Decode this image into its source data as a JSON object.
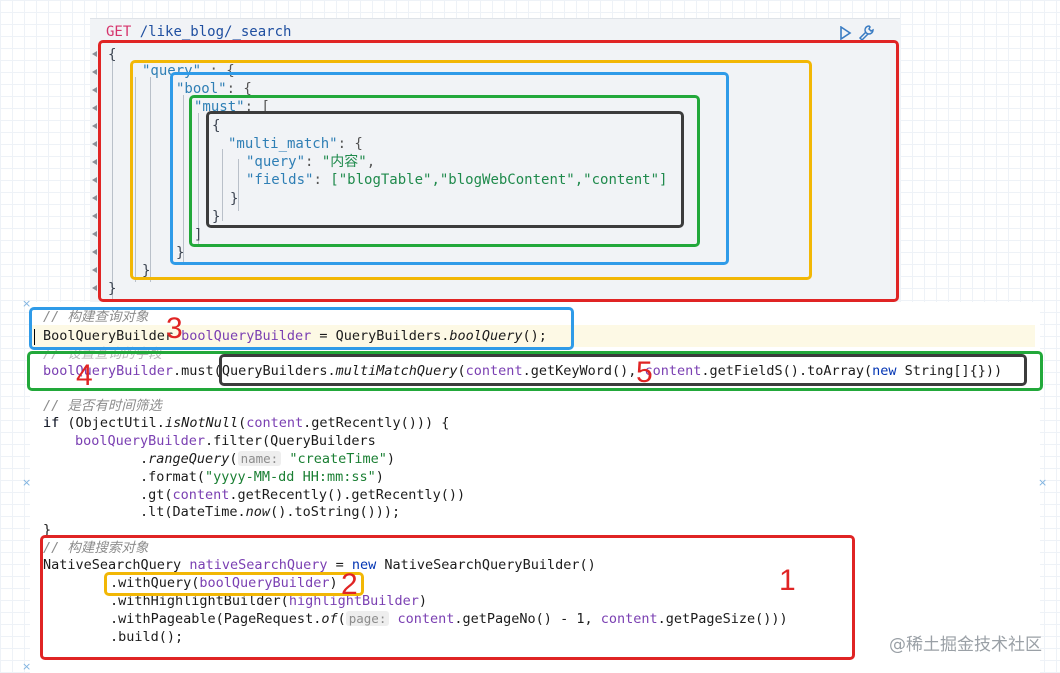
{
  "console": {
    "method": "GET",
    "path": " /like_blog/_search",
    "lines": [
      "{",
      "\"query\" : {",
      "\"bool\": {",
      "\"must\": [",
      "{",
      "\"multi_match\": {",
      "\"query\": \"内容\",",
      "\"fields\": [\"blogTable\",\"blogWebContent\",\"content\"]",
      "}",
      "}",
      "]",
      "}",
      "}",
      "}"
    ],
    "keys": {
      "query": "\"query\"",
      "bool": "\"bool\"",
      "must": "\"must\"",
      "multi_match": "\"multi_match\"",
      "mm_query_key": "\"query\"",
      "mm_query_val": "\"内容\"",
      "fields_key": "\"fields\"",
      "fields_val": "[\"blogTable\",\"blogWebContent\",\"content\"]"
    }
  },
  "editor": {
    "comment_build_query": "// 构建查询对象",
    "line_bool": {
      "type": "BoolQueryBuilder ",
      "var": "boolQueryBuilder",
      "assign": " = QueryBuilders.",
      "fn": "boolQuery",
      "end": "();"
    },
    "comment_hidden": "// 设置查询的字段",
    "line_must": {
      "var": "boolQueryBuilder",
      "a": ".must(QueryBuilders.",
      "fn": "multiMatchQuery",
      "b": "(",
      "c1": "content",
      "c2": ".getKeyWord(), ",
      "c3": "content",
      "c4": ".getFieldS().toArray(",
      "kw": "new",
      "c5": " String[]{}))"
    },
    "comment_time": "// 是否有时间筛选",
    "line_if": {
      "a": "if (ObjectUtil.",
      "fn": "isNotNull",
      "b": "(",
      "c": "content",
      "d": ".getRecently())) {"
    },
    "line_filter": {
      "var": "boolQueryBuilder",
      "a": ".filter(QueryBuilders"
    },
    "line_range": {
      "a": ".",
      "fn": "rangeQuery",
      "b": "(",
      "hint": "name:",
      "str": " \"createTime\"",
      "c": ")"
    },
    "line_format": {
      "a": ".format(",
      "str": "\"yyyy-MM-dd HH:mm:ss\"",
      "b": ")"
    },
    "line_gt": {
      "a": ".gt(",
      "c": "content",
      "b": ".getRecently().getRecently())"
    },
    "line_lt": {
      "a": ".lt(DateTime.",
      "fn": "now",
      "b": "().toString()));"
    },
    "close_brace": "}",
    "comment_search": "// 构建搜索对象",
    "line_native": {
      "a": "NativeSearchQuery ",
      "var": "nativeSearchQuery",
      "b": " = ",
      "kw": "new",
      "c": " NativeSearchQueryBuilder()"
    },
    "line_withquery": {
      "a": ".withQuery(",
      "var": "boolQueryBuilder",
      "b": ")"
    },
    "line_highlight": {
      "a": ".withHighlightBuilder(",
      "var": "highlightBuilder",
      "b": ")"
    },
    "line_pageable": {
      "a": ".withPageable(PageRequest.",
      "fn": "of",
      "b": "(",
      "hint": "page:",
      "c": " content",
      "d": ".getPageNo() - 1, ",
      "e": "content",
      "f": ".getPageSize()))"
    },
    "line_build": ".build();"
  },
  "annotations": {
    "n1": "1",
    "n2": "2",
    "n3": "3",
    "n4": "4",
    "n5": "5",
    "colors": {
      "red": "#e02424",
      "orange": "#f2b705",
      "blue": "#2f9be8",
      "green": "#22a83a",
      "gray": "#3c3c3c"
    }
  },
  "watermark": "@稀土掘金技术社区"
}
